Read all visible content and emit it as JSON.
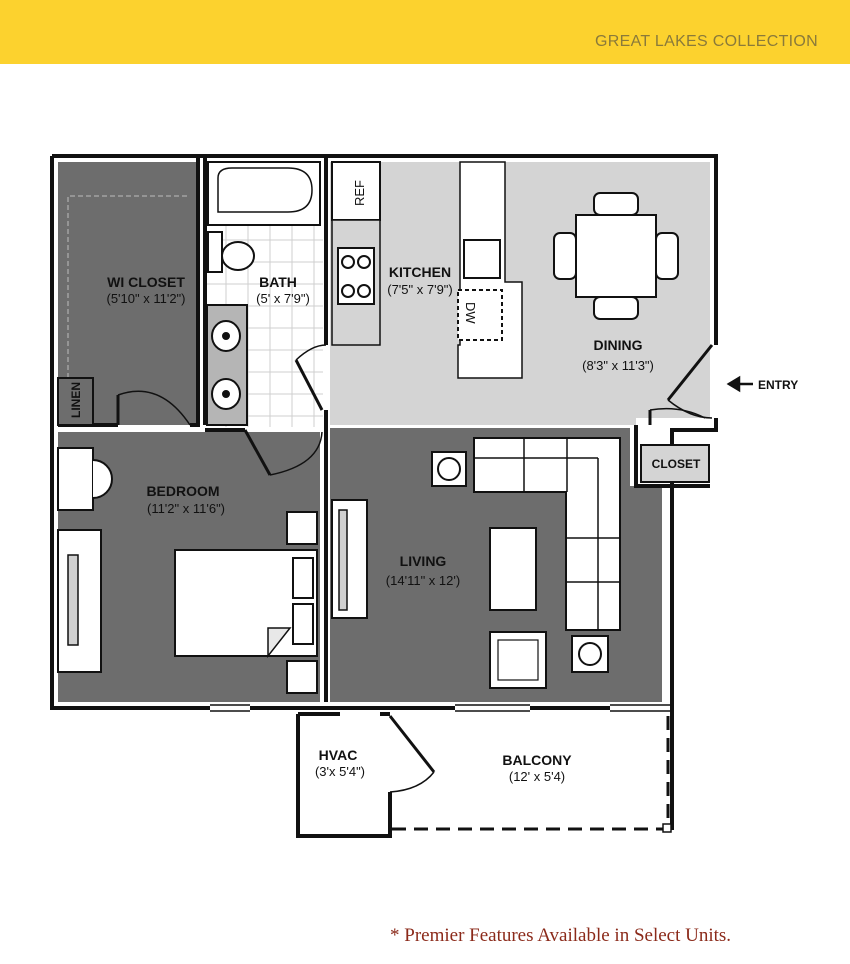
{
  "header": {
    "collection": "GREAT LAKES COLLECTION"
  },
  "rooms": {
    "wi_closet": {
      "name": "WI CLOSET",
      "dims": "(5'10\" x 11'2\")"
    },
    "bath": {
      "name": "BATH",
      "dims": "(5' x 7'9\")"
    },
    "kitchen": {
      "name": "KITCHEN",
      "dims": "(7'5\" x 7'9\")"
    },
    "dining": {
      "name": "DINING",
      "dims": "(8'3\" x 11'3\")"
    },
    "bedroom": {
      "name": "BEDROOM",
      "dims": "(11'2\" x 11'6\")"
    },
    "living": {
      "name": "LIVING",
      "dims": "(14'11\" x 12')"
    },
    "hvac": {
      "name": "HVAC",
      "dims": "(3'x 5'4\")"
    },
    "balcony": {
      "name": "BALCONY",
      "dims": "(12' x 5'4)"
    },
    "closet": {
      "name": "CLOSET"
    },
    "linen": {
      "name": "LINEN"
    }
  },
  "labels": {
    "ref": "REF",
    "dw": "DW",
    "entry": "ENTRY"
  },
  "footer": {
    "note": "* Premier Features Available in Select Units."
  },
  "colors": {
    "banner": "#fcd22e",
    "dark_floor": "#6d6d6d",
    "light_floor": "#d4d4d4",
    "wall": "#111111",
    "footer_text": "#8b2a1a"
  }
}
